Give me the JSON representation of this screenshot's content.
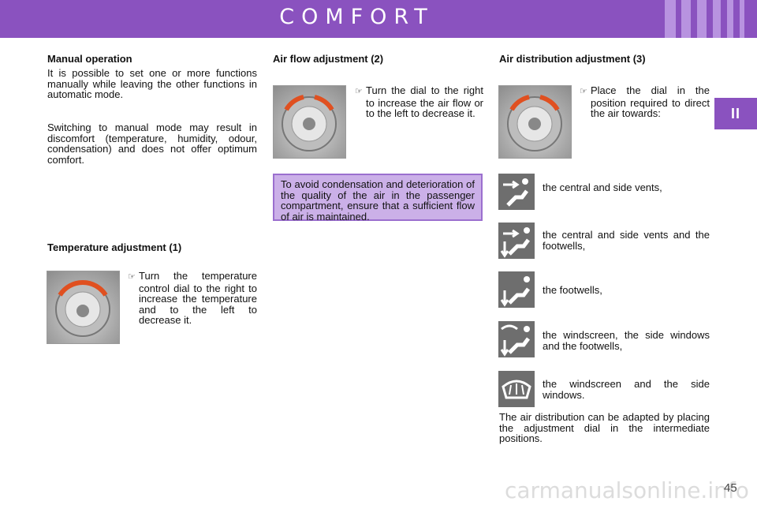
{
  "header": {
    "title": "COMFORT"
  },
  "section_tab": "II",
  "manual": {
    "heading": "Manual operation",
    "para1": "It is possible to set one or more functions manually while leaving the other functions in automatic mode.",
    "para2": "Switching to manual mode may result in discomfort (temperature, humidity, odour, condensation) and does not offer optimum comfort."
  },
  "temperature": {
    "heading": "Temperature adjustment (1)",
    "instruction": "Turn the temperature control dial to the right to increase the temperature and to the left to decrease it."
  },
  "airflow": {
    "heading": "Air flow adjustment (2)",
    "instruction": "Turn the dial to the right to increase the air flow or to the left to decrease it.",
    "note": "To avoid condensation and deterioration of the quality of the air in the passenger compartment, ensure that a sufficient flow of air is maintained."
  },
  "distribution": {
    "heading": "Air distribution adjustment (3)",
    "instruction": "Place the dial in the position required to direct the air towards:",
    "options": [
      {
        "icon": "vent-face-icon",
        "label": "the central and side vents,"
      },
      {
        "icon": "vent-face-feet-icon",
        "label": "the central and side vents and the footwells,"
      },
      {
        "icon": "vent-feet-icon",
        "label": "the footwells,"
      },
      {
        "icon": "windscreen-feet-icon",
        "label": "the windscreen, the side windows and the footwells,"
      },
      {
        "icon": "windscreen-demist-icon",
        "label": "the windscreen and the side windows."
      }
    ],
    "footer": "The air distribution can be adapted by placing the adjustment dial in the intermediate positions."
  },
  "page_number": "45",
  "watermark": "carmanualsonline.info",
  "colors": {
    "brand": "#8a52bf",
    "note_bg": "#cbb0e8",
    "icon_bg": "#6e6e6e"
  }
}
